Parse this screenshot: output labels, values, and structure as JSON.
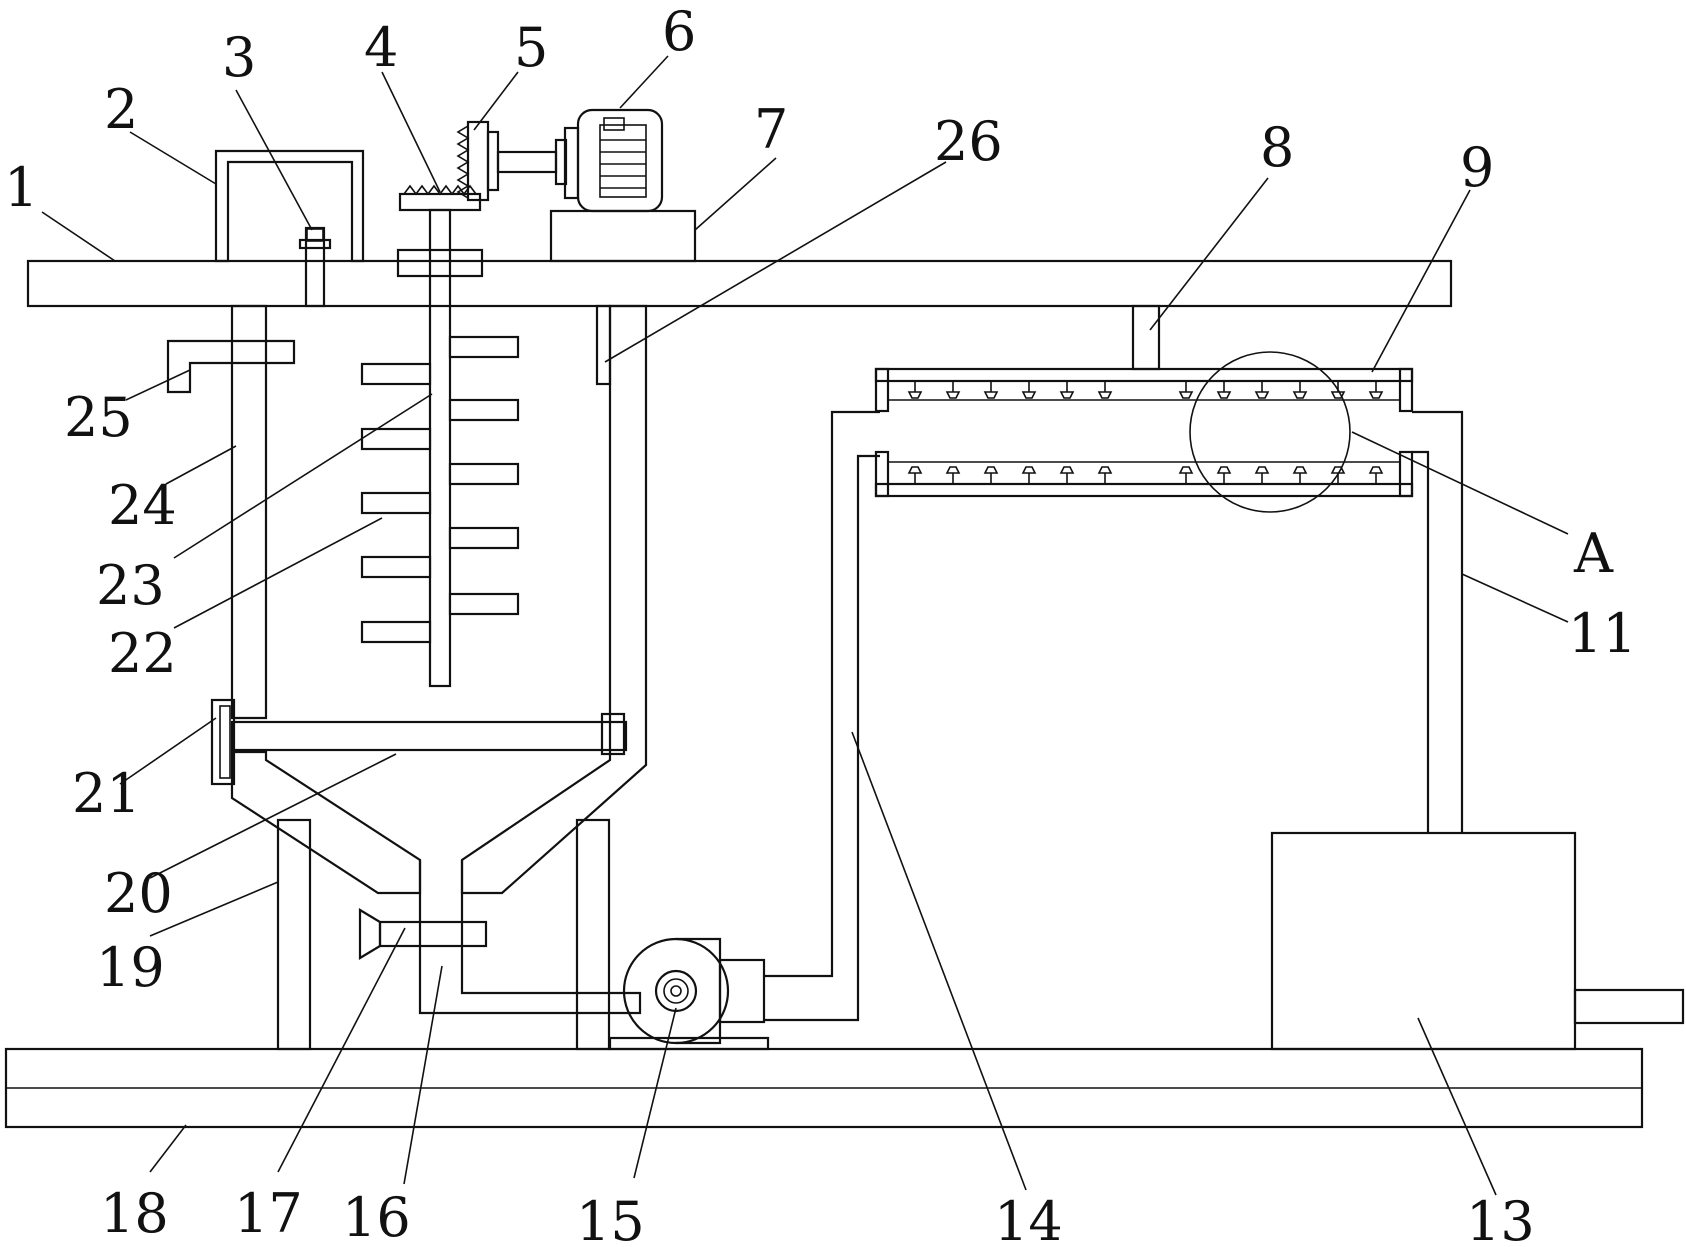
{
  "labels": {
    "l1": "1",
    "l2": "2",
    "l3": "3",
    "l4": "4",
    "l5": "5",
    "l6": "6",
    "l7": "7",
    "l8": "8",
    "l9": "9",
    "l11": "11",
    "l13": "13",
    "l14": "14",
    "l15": "15",
    "l16": "16",
    "l17": "17",
    "l18": "18",
    "l19": "19",
    "l20": "20",
    "l21": "21",
    "l22": "22",
    "l23": "23",
    "l24": "24",
    "l25": "25",
    "l26": "26",
    "lA": "A"
  },
  "colors": {
    "ink": "#111111",
    "background": "#ffffff"
  }
}
